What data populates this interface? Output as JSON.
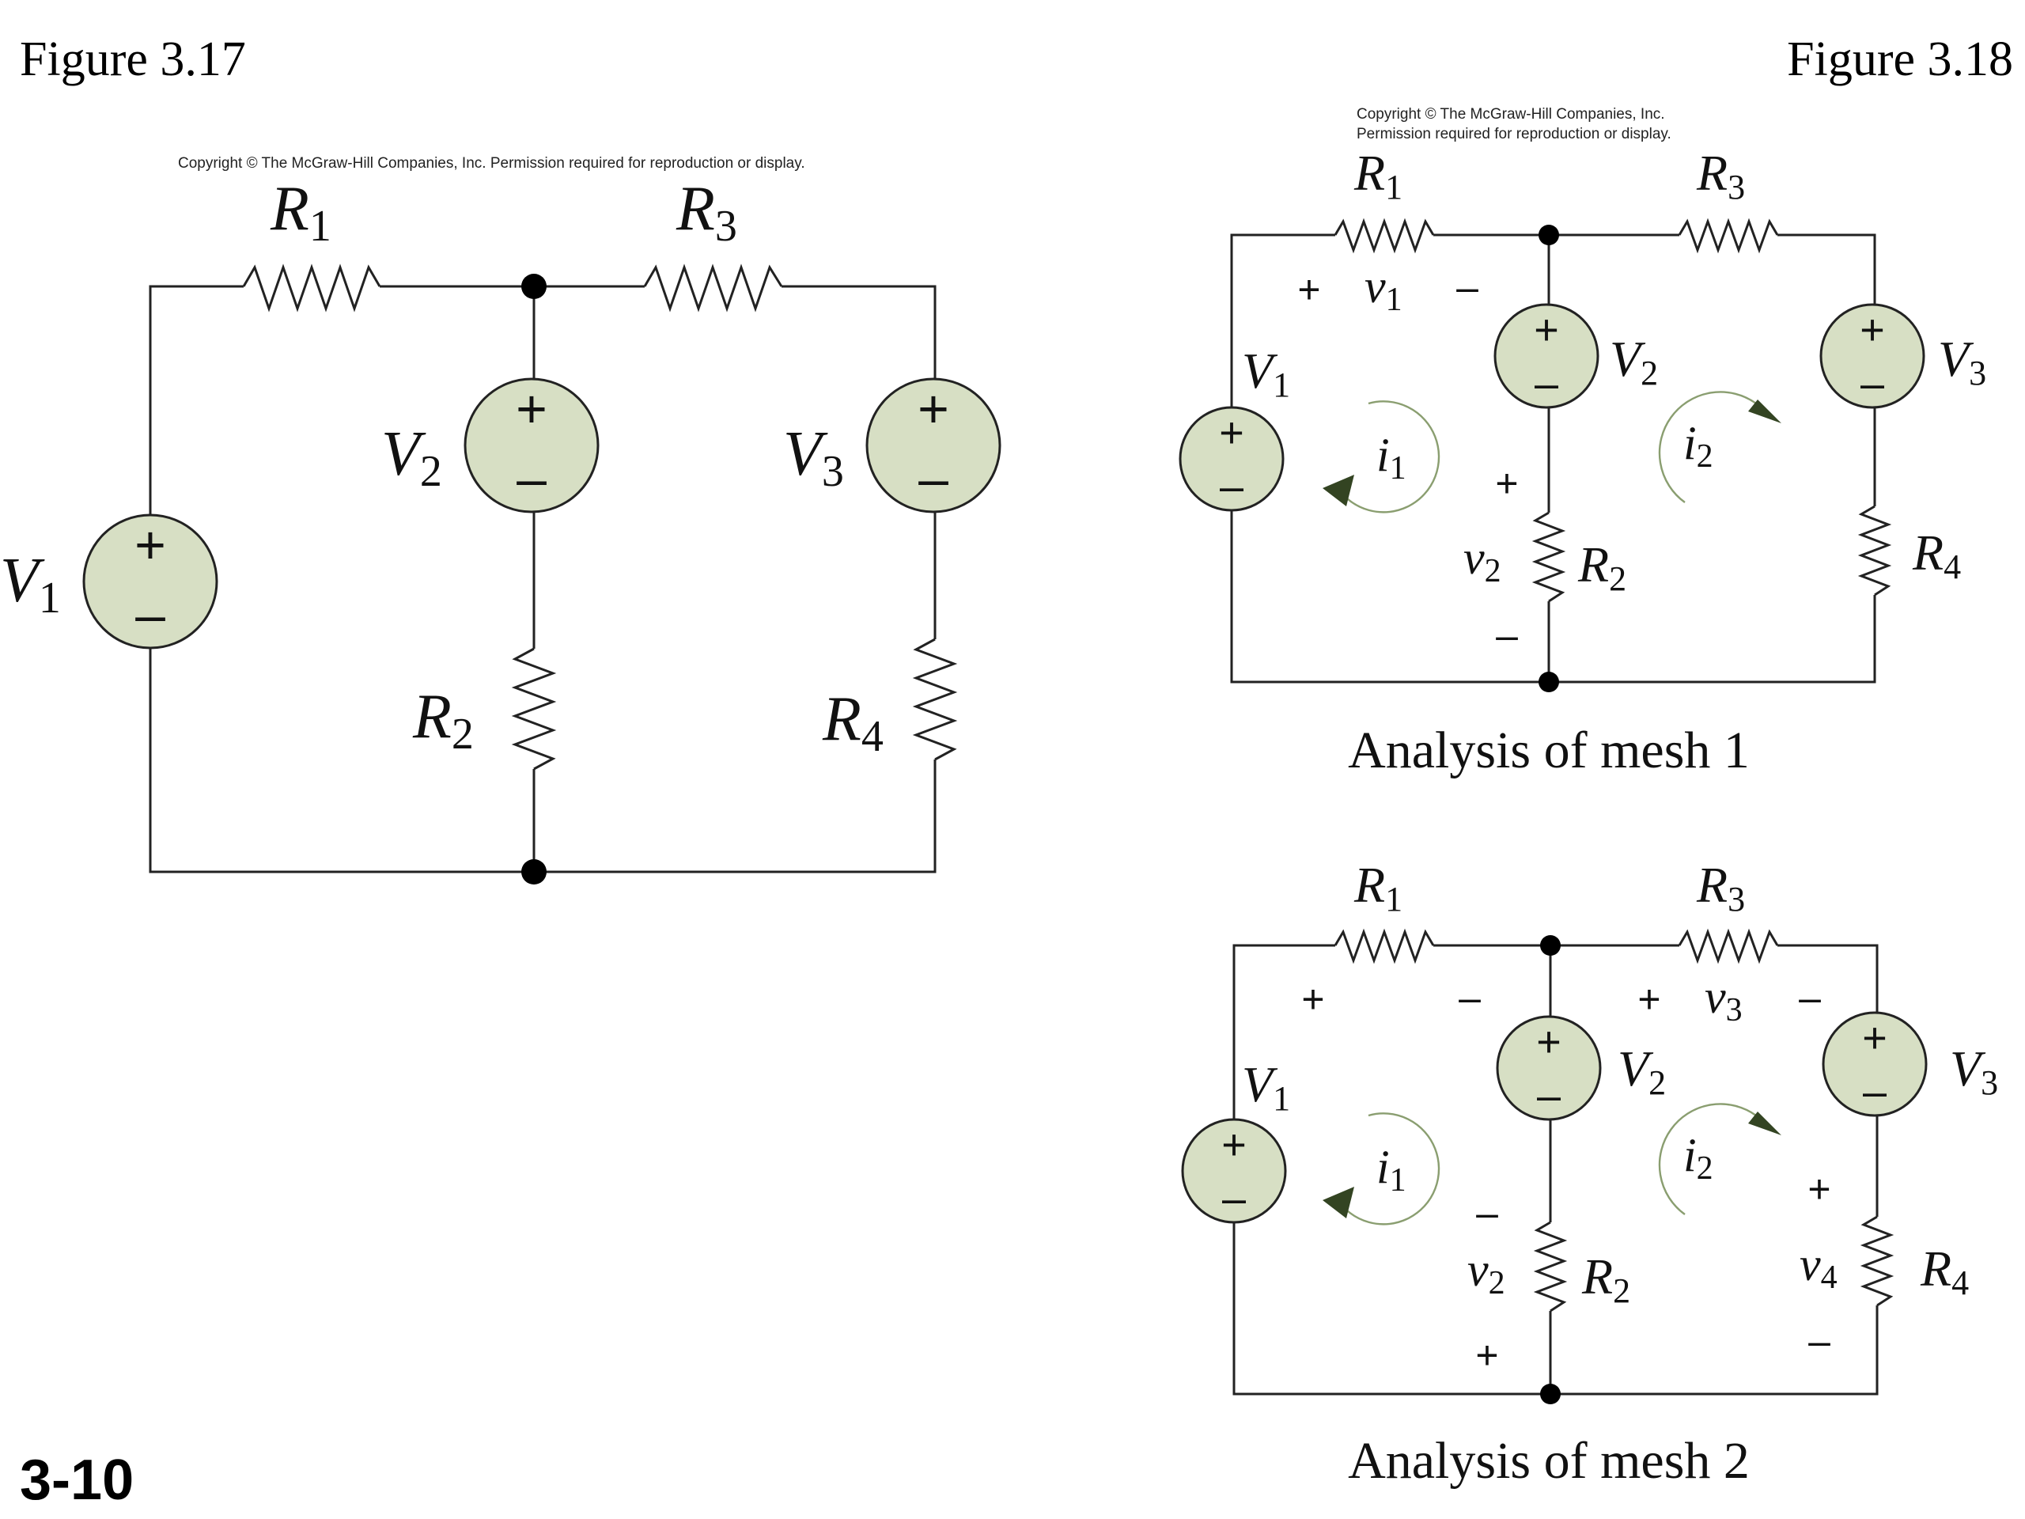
{
  "figure_3_17": {
    "title": "Figure 3.17",
    "copyright": "Copyright © The McGraw-Hill Companies, Inc. Permission required for reproduction or display.",
    "labels": {
      "R1": "R",
      "R1_sub": "1",
      "R2": "R",
      "R2_sub": "2",
      "R3": "R",
      "R3_sub": "3",
      "R4": "R",
      "R4_sub": "4",
      "V1": "V",
      "V1_sub": "1",
      "V2": "V",
      "V2_sub": "2",
      "V3": "V",
      "V3_sub": "3"
    }
  },
  "figure_3_18": {
    "title": "Figure 3.18",
    "copyright_line1": "Copyright © The McGraw-Hill Companies, Inc.",
    "copyright_line2": "Permission required for reproduction or display.",
    "mesh1": {
      "caption": "Analysis of mesh 1",
      "v1": "v",
      "v1_sub": "1",
      "v2": "v",
      "v2_sub": "2",
      "i1": "i",
      "i1_sub": "1",
      "i2": "i",
      "i2_sub": "2"
    },
    "mesh2": {
      "caption": "Analysis of mesh 2",
      "v2": "v",
      "v2_sub": "2",
      "v3": "v",
      "v3_sub": "3",
      "v4": "v",
      "v4_sub": "4",
      "i1": "i",
      "i1_sub": "1",
      "i2": "i",
      "i2_sub": "2"
    },
    "labels": {
      "R": "R",
      "V": "V",
      "sub1": "1",
      "sub2": "2",
      "sub3": "3",
      "sub4": "4"
    }
  },
  "symbols": {
    "plus": "+",
    "minus": "–"
  },
  "slide_number": "3-10",
  "colors": {
    "source_fill": "#d7dfc4",
    "arrow": "#8a9e70"
  }
}
